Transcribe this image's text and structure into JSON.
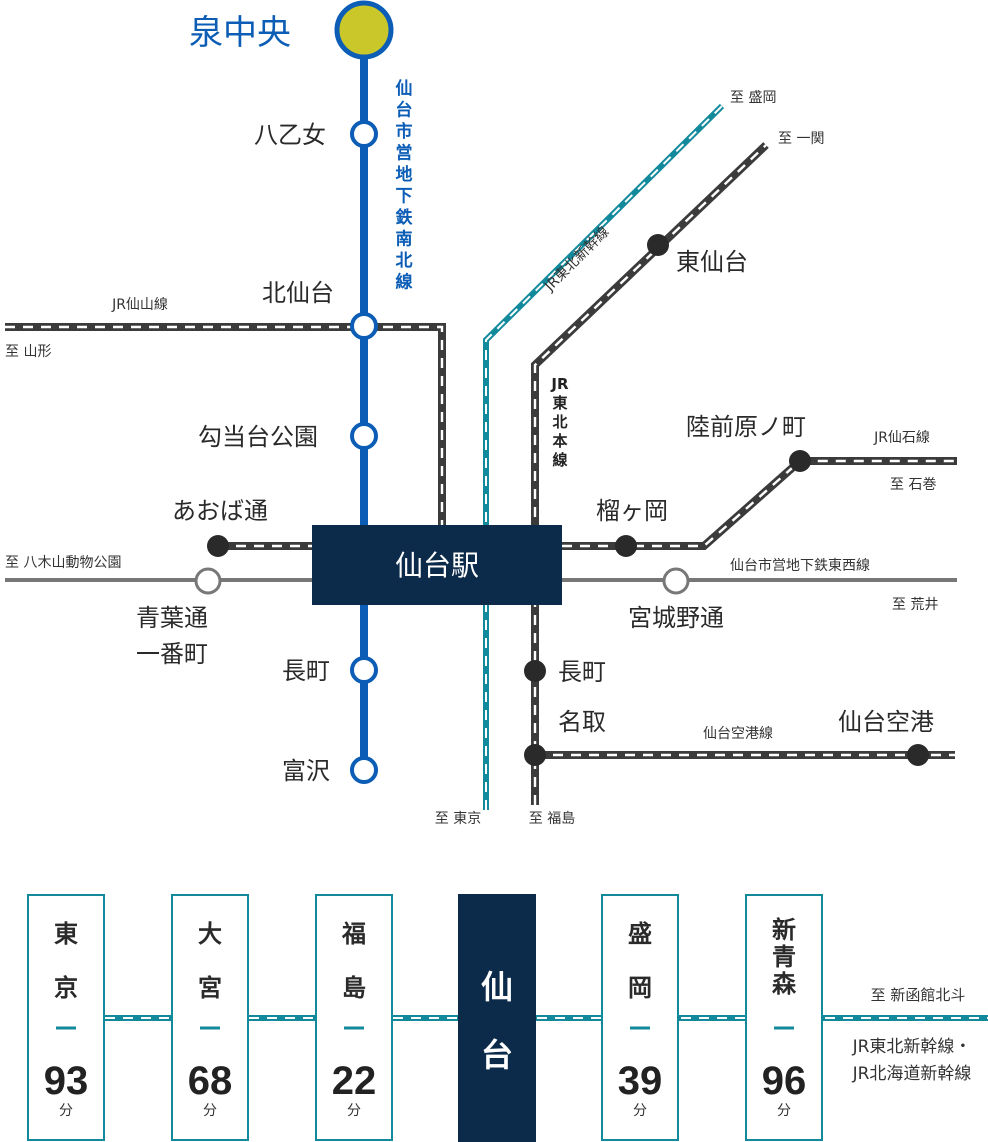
{
  "colors": {
    "subway_nanboku": "#0b5db5",
    "subway_tozai": "#777777",
    "shinkansen": "#138a9c",
    "jr_line": "#3b3b3b",
    "hub": "#0c2a49",
    "terminus": "#c9c72a"
  },
  "map": {
    "terminus_label": "泉中央",
    "hub_label": "仙台駅",
    "nanboku_line_label": "仙台市営地下鉄南北線",
    "tozai_line_label": "仙台市営地下鉄東西線",
    "shinkansen_label": "JR東北新幹線",
    "tohoku_main_label": "JR東北本線",
    "senzan_label": "JR仙山線",
    "senseki_label": "JR仙石線",
    "airport_line_label": "仙台空港線",
    "stations": {
      "yaotome": "八乙女",
      "kitasendai": "北仙台",
      "kotodai": "勾当台公園",
      "aobadori": "あおば通",
      "aoba_ichibancho_1": "青葉通",
      "aoba_ichibancho_2": "一番町",
      "nagamachi": "長町",
      "tomizawa": "富沢",
      "higashisendai": "東仙台",
      "rikuzenharanomachi": "陸前原ノ町",
      "tsutsujigaoka": "榴ヶ岡",
      "miyaginodori": "宮城野通",
      "nagamachi_jr": "長町",
      "natori": "名取",
      "sendai_airport": "仙台空港"
    },
    "directions": {
      "morioka": "至 盛岡",
      "ichinoseki": "至 一関",
      "yamagata": "至 山形",
      "ishinomaki": "至 石巻",
      "yagiyama": "至 八木山動物公園",
      "arai": "至 荒井",
      "tokyo": "至 東京",
      "fukushima": "至 福島"
    }
  },
  "travel_times": {
    "hub": "仙台",
    "unit": "分",
    "direction_label": "至 新函館北斗",
    "line_note_1": "JR東北新幹線・",
    "line_note_2": "JR北海道新幹線",
    "destinations": [
      {
        "name": "東京",
        "minutes": "93"
      },
      {
        "name": "大宮",
        "minutes": "68"
      },
      {
        "name": "福島",
        "minutes": "22"
      },
      {
        "name": "盛岡",
        "minutes": "39"
      },
      {
        "name": "新青森",
        "minutes": "96"
      }
    ]
  }
}
